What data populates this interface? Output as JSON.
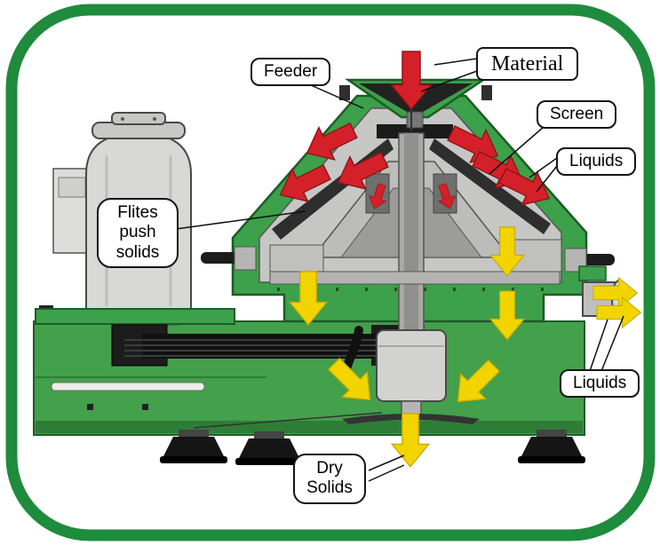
{
  "labels": {
    "material": "Material",
    "feeder": "Feeder",
    "screen": "Screen",
    "liquids_right": "Liquids",
    "flites": "Flites push solids",
    "liquids_bottom": "Liquids",
    "dry_solids": "Dry Solids"
  },
  "colors": {
    "frame_green": "#1f8b3d",
    "machine_green": "#3da04a",
    "machine_base_green": "#43a04b",
    "machine_green_dark": "#1c5c26",
    "arrow_red": "#d42028",
    "arrow_yellow": "#f2d400",
    "metal_light": "#d8d8d6",
    "metal_mid": "#bcbcba",
    "metal_dark": "#2e2e2e",
    "label_border": "#141414"
  }
}
